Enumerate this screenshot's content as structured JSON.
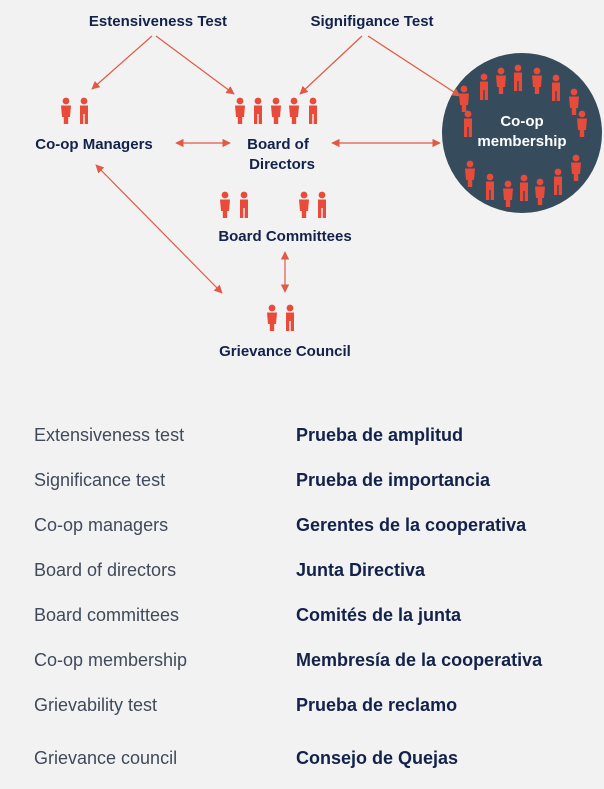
{
  "diagram": {
    "extensiveness_test": "Estensiveness Test",
    "significance_test": "Signifigance Test",
    "coop_managers": "Co-op Managers",
    "board_line1": "Board of",
    "board_line2": "Directors",
    "membership_line1": "Co-op",
    "membership_line2": "membership",
    "board_committees": "Board Committees",
    "grievance_council": "Grievance Council",
    "colors": {
      "person": "#e84b3a",
      "arrow": "#e05a47",
      "text": "#13224a",
      "circle": "#364b5c"
    }
  },
  "glossary": [
    {
      "en": "Extensiveness test",
      "es": "Prueba de amplitud"
    },
    {
      "en": "Significance test",
      "es": "Prueba de importancia"
    },
    {
      "en": "Co-op managers",
      "es": "Gerentes de la cooperativa"
    },
    {
      "en": "Board of directors",
      "es": "Junta Directiva"
    },
    {
      "en": "Board committees",
      "es": "Comités de la junta"
    },
    {
      "en": "Co-op membership",
      "es": "Membresía de la cooperativa"
    },
    {
      "en": "Grievability test",
      "es": "Prueba de reclamo"
    },
    {
      "en": "Grievance council",
      "es": "Consejo de Quejas"
    }
  ]
}
